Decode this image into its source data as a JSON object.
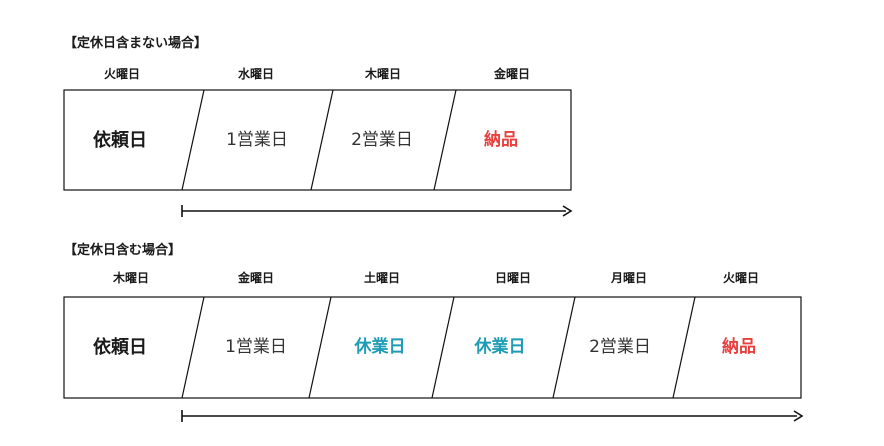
{
  "colors": {
    "text": "#1a1a1a",
    "holiday": "#1e9bb5",
    "delivery": "#e8403f",
    "line": "#111111"
  },
  "section1": {
    "title": "【定休日含まない場合】",
    "days": [
      "火曜日",
      "水曜日",
      "木曜日",
      "金曜日"
    ],
    "cells": [
      {
        "text": "依頼日",
        "kind": "request"
      },
      {
        "text": "1営業日",
        "kind": "business"
      },
      {
        "text": "2営業日",
        "kind": "business"
      },
      {
        "text": "納品",
        "kind": "delivery"
      }
    ]
  },
  "section2": {
    "title": "【定休日含む場合】",
    "days": [
      "木曜日",
      "金曜日",
      "土曜日",
      "日曜日",
      "月曜日",
      "火曜日"
    ],
    "cells": [
      {
        "text": "依頼日",
        "kind": "request"
      },
      {
        "text": "1営業日",
        "kind": "business"
      },
      {
        "text": "休業日",
        "kind": "holiday"
      },
      {
        "text": "休業日",
        "kind": "holiday"
      },
      {
        "text": "2営業日",
        "kind": "business"
      },
      {
        "text": "納品",
        "kind": "delivery"
      }
    ]
  }
}
